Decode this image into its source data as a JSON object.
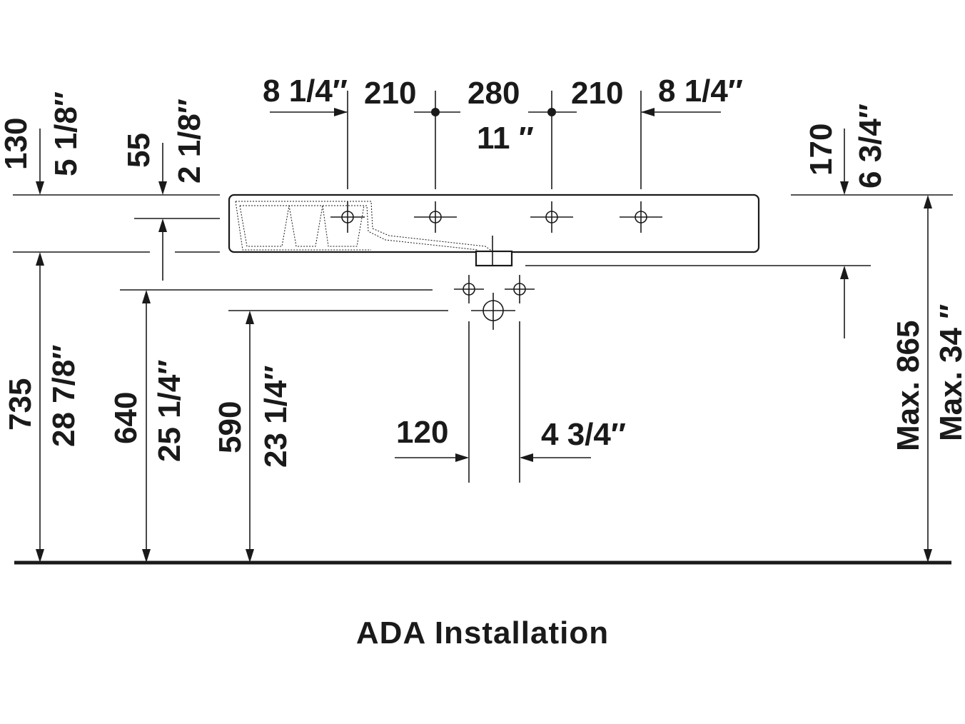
{
  "dimensions": {
    "top_left_inch": "8 1/4″",
    "top_210_left": "210",
    "top_280": "280",
    "top_210_right": "210",
    "top_right_inch": "8 1/4″",
    "center_inch": "11 ″",
    "d130_mm": "130",
    "d130_inch": "5 1/8″",
    "d55_mm": "55",
    "d55_inch": "2 1/8″",
    "d170_mm": "170",
    "d170_inch": "6 3/4″",
    "d735_mm": "735",
    "d735_inch": "28 7/8″",
    "d640_mm": "640",
    "d640_inch": "25 1/4″",
    "d590_mm": "590",
    "d590_inch": "23 1/4″",
    "d120_mm": "120",
    "d120_inch": "4 3/4″",
    "max_mm": "Max. 865",
    "max_inch": "Max. 34 ″"
  },
  "caption": "ADA Installation",
  "colors": {
    "ink": "#1a1a1a",
    "paper": "#ffffff"
  }
}
